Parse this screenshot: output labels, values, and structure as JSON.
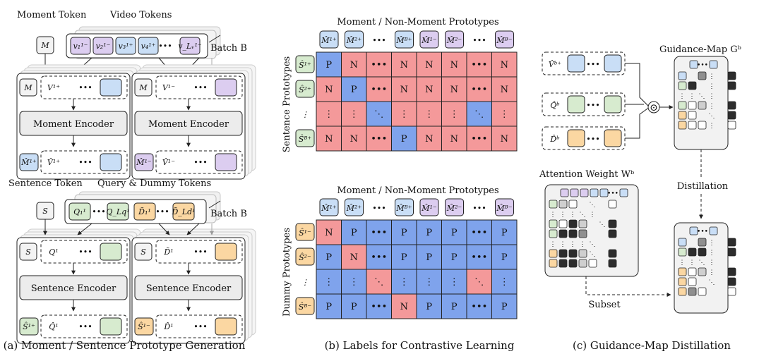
{
  "colors": {
    "blue": "#c9def6",
    "purple": "#dccdf0",
    "green": "#d7ebcf",
    "orange": "#fbd7a2",
    "red_cell": "#f4999a",
    "blue_cell": "#7fa3ec",
    "encoder": "#ececec",
    "dark": "#2d2d2d",
    "mid": "#8f8f8f",
    "light": "#cfcfcf"
  },
  "panel_a": {
    "moment_token": "Moment Token",
    "video_tokens": "Video Tokens",
    "m": "M",
    "v_tokens": [
      "v₁¹⁻",
      "v₂¹⁻",
      "v₃¹⁺",
      "v₄¹⁺",
      "•••",
      "v_Lᵥ¹⁻"
    ],
    "batch": "Batch B",
    "vp": "V¹⁺",
    "vn": "V¹⁻",
    "dots": "•••",
    "moment_encoder": "Moment Encoder",
    "mhat_p": "M̂¹⁺",
    "mhat_n": "M̂¹⁻",
    "vhat_p": "V̂¹⁺",
    "vhat_n": "V̂¹⁻",
    "sentence_token": "Sentence Token",
    "query_dummy": "Query & Dummy Tokens",
    "s": "S",
    "q_tokens": [
      "Q₁¹",
      "•••",
      "Q_Lq¹",
      "D̃₁¹",
      "•••",
      "D̃_Ld¹"
    ],
    "q1": "Q¹",
    "d1": "D̃¹",
    "sentence_encoder": "Sentence Encoder",
    "shat_p": "Ŝ¹⁺",
    "shat_n": "Ŝ¹⁻",
    "qhat": "Q̂¹",
    "dhat": "D̂¹",
    "caption": "(a) Moment / Sentence Prototype Generation"
  },
  "panel_b": {
    "title": "Moment / Non-Moment Prototypes",
    "col_headers": [
      "M̂¹⁺",
      "M̂²⁺",
      "•••",
      "M̂ᴮ⁺",
      "M̂¹⁻",
      "M̂²⁻",
      "•••",
      "M̂ᴮ⁻"
    ],
    "top_row_label": "Sentence Prototypes",
    "top_rows": [
      "Ŝ¹⁺",
      "Ŝ²⁺",
      "⋮",
      "Ŝᴮ⁺"
    ],
    "top_grid": [
      [
        "P",
        "N",
        "•••",
        "N",
        "N",
        "N",
        "•••",
        "N"
      ],
      [
        "N",
        "P",
        "•••",
        "N",
        "N",
        "N",
        "•••",
        "N"
      ],
      [
        "⋮",
        "⋮",
        "⋱",
        "⋮",
        "⋮",
        "⋮",
        "⋱",
        "⋮"
      ],
      [
        "N",
        "N",
        "•••",
        "P",
        "N",
        "N",
        "•••",
        "N"
      ]
    ],
    "bottom_row_label": "Dummy Prototypes",
    "bottom_rows": [
      "Ŝ¹⁻",
      "Ŝ²⁻",
      "⋮",
      "Ŝᴮ⁻"
    ],
    "bottom_grid": [
      [
        "N",
        "P",
        "•••",
        "P",
        "P",
        "P",
        "•••",
        "P"
      ],
      [
        "P",
        "N",
        "•••",
        "P",
        "P",
        "P",
        "•••",
        "P"
      ],
      [
        "⋮",
        "⋮",
        "⋱",
        "⋮",
        "⋮",
        "⋮",
        "⋱",
        "⋮"
      ],
      [
        "P",
        "P",
        "•••",
        "N",
        "P",
        "P",
        "•••",
        "P"
      ]
    ],
    "caption": "(b) Labels for Contrastive Learning"
  },
  "panel_c": {
    "vhat": "V̂ᵇ⁺",
    "qhat": "Q̂ᵇ",
    "dhat": "D̂ᵇ",
    "dots": "•••",
    "odot": "⊙",
    "guidance_map": "Guidance-Map Gᵇ",
    "attention_weight": "Attention Weight Wᵇ",
    "distillation": "Distillation",
    "subset": "Subset",
    "caption": "(c) Guidance-Map Distillation"
  }
}
